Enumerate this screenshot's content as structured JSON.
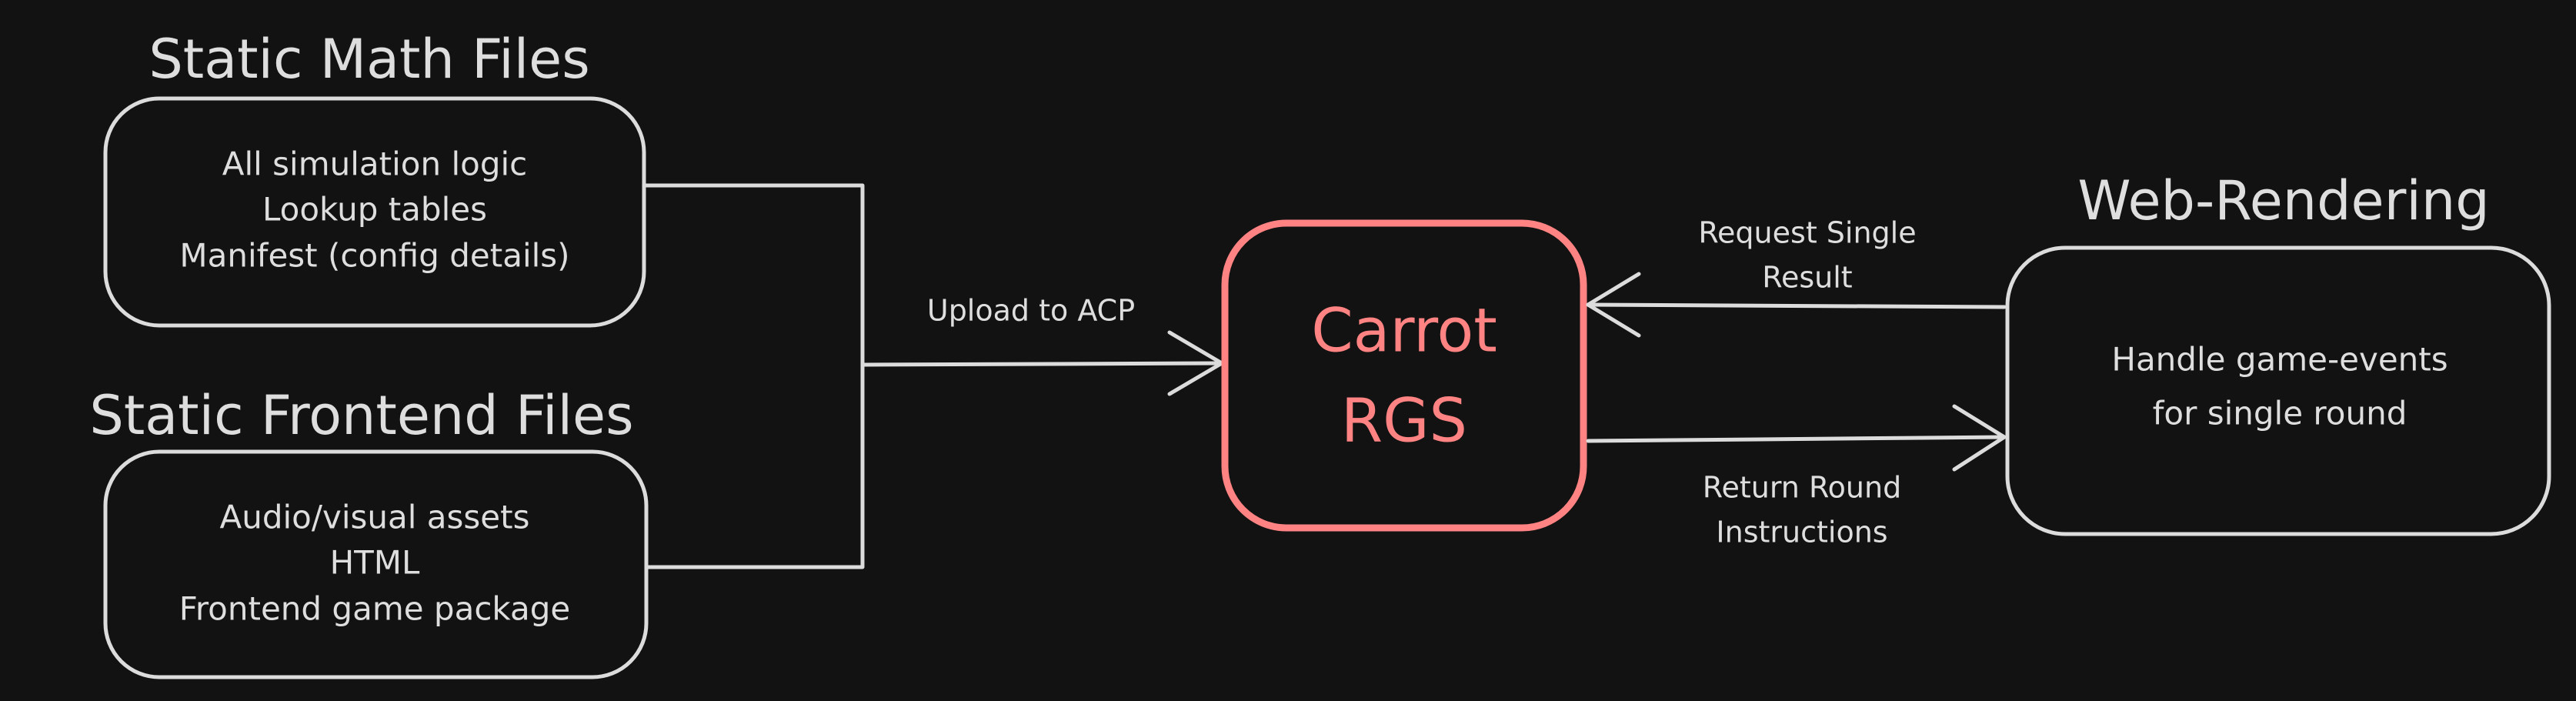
{
  "colors": {
    "background": "#121212",
    "stroke": "#dcdcdc",
    "accent": "#ff8383"
  },
  "math": {
    "title": "Static Math Files",
    "lines": [
      "All simulation logic",
      "Lookup tables",
      "Manifest (config details)"
    ]
  },
  "frontend": {
    "title": "Static Frontend Files",
    "lines": [
      "Audio/visual assets",
      "HTML",
      "Frontend game package"
    ]
  },
  "upload": {
    "label": "Upload to ACP"
  },
  "rgs": {
    "lines": [
      "Carrot",
      "RGS"
    ]
  },
  "web": {
    "title": "Web-Rendering",
    "lines": [
      "Handle game-events",
      "for single round"
    ]
  },
  "request": {
    "lines": [
      "Request Single",
      "Result"
    ]
  },
  "response": {
    "lines": [
      "Return Round",
      "Instructions"
    ]
  }
}
